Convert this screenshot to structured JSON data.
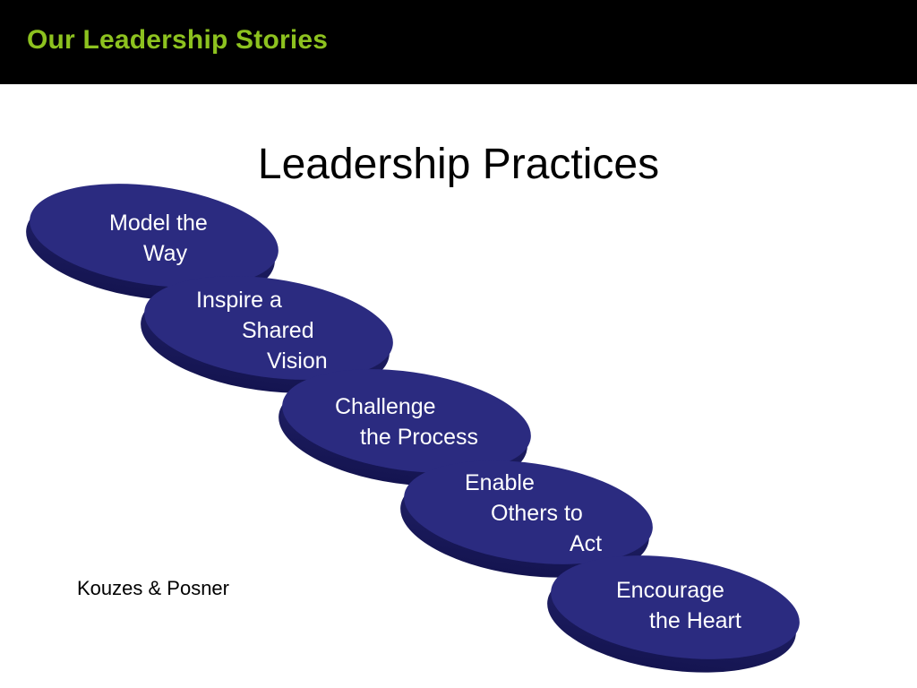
{
  "header": {
    "title": "Our Leadership Stories",
    "title_color": "#8dc21f",
    "background": "#000000"
  },
  "slide": {
    "title": "Leadership Practices",
    "credit": "Kouzes & Posner"
  },
  "diagram": {
    "disc_face_color": "#2b2b80",
    "disc_edge_color": "#1a1a5c",
    "practices": [
      {
        "lines": [
          "Model the",
          "Way"
        ]
      },
      {
        "lines": [
          "Inspire a",
          "Shared",
          "Vision"
        ]
      },
      {
        "lines": [
          "Challenge",
          "the Process"
        ]
      },
      {
        "lines": [
          "Enable",
          "Others to",
          "Act"
        ]
      },
      {
        "lines": [
          "Encourage",
          "the Heart"
        ]
      }
    ]
  }
}
